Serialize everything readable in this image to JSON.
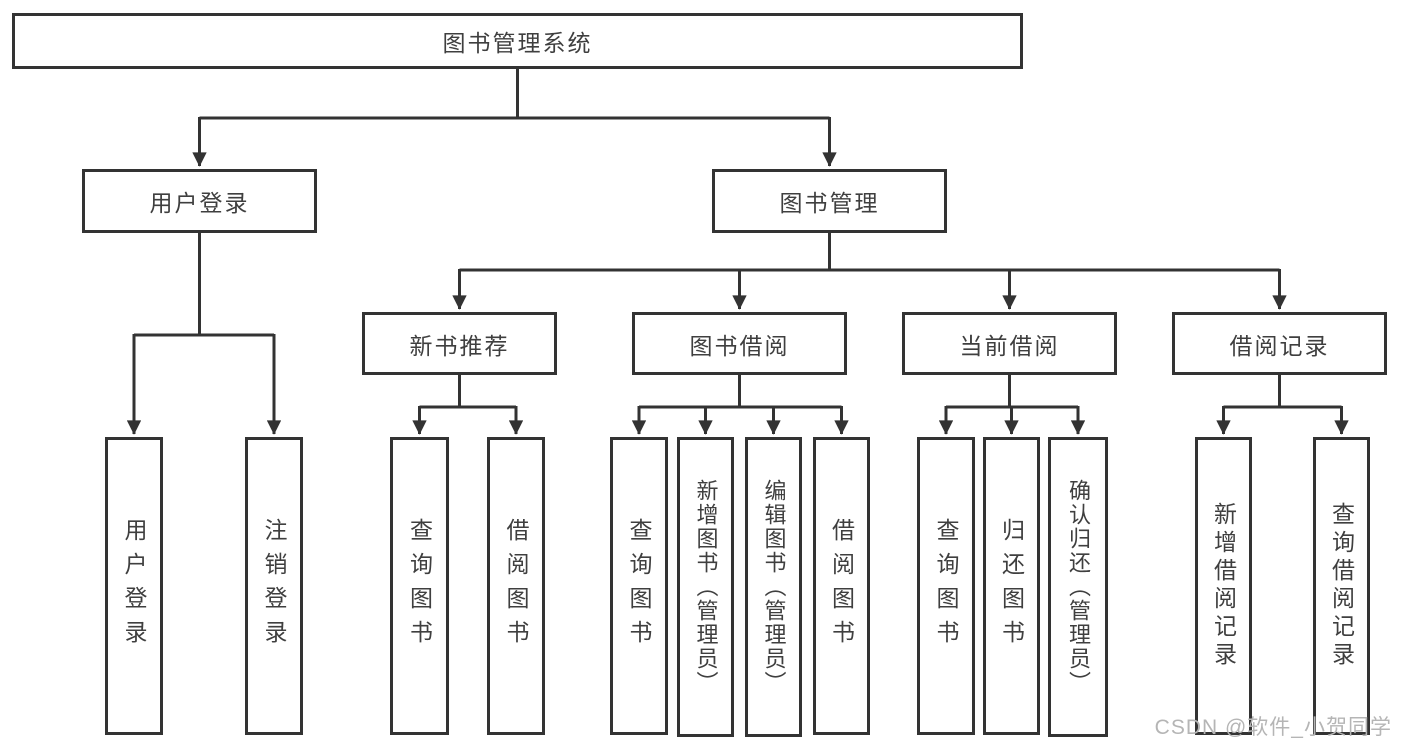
{
  "diagram_type": "functional-structure-tree",
  "colors": {
    "background": "#ffffff",
    "line": "#333333",
    "box_border": "#333333",
    "text": "#3f3f3f",
    "watermark_text": "#b5b5b5"
  },
  "nodes": {
    "root": "图书管理系统",
    "user_login": "用户登录",
    "book_mgmt": "图书管理",
    "new_book_rec": "新书推荐",
    "book_borrow": "图书借阅",
    "current_borrow": "当前借阅",
    "borrow_records": "借阅记录",
    "login_user_login": "用户登录",
    "login_logout": "注销登录",
    "rec_query_books": "查询图书",
    "rec_borrow_books": "借阅图书",
    "bb_query_books": "查询图书",
    "bb_add_books": "新增图书（管理员）",
    "bb_edit_books": "编辑图书（管理员）",
    "bb_borrow_books": "借阅图书",
    "cur_query_books": "查询图书",
    "cur_return_books": "归还图书",
    "cur_confirm_return": "确认归还（管理员）",
    "rc_add_record": "新增借阅记录",
    "rc_query_record": "查询借阅记录"
  },
  "hierarchy": {
    "图书管理系统": {
      "用户登录": [
        "用户登录",
        "注销登录"
      ],
      "图书管理": {
        "新书推荐": [
          "查询图书",
          "借阅图书"
        ],
        "图书借阅": [
          "查询图书",
          "新增图书（管理员）",
          "编辑图书（管理员）",
          "借阅图书"
        ],
        "当前借阅": [
          "查询图书",
          "归还图书",
          "确认归还（管理员）"
        ],
        "借阅记录": [
          "新增借阅记录",
          "查询借阅记录"
        ]
      }
    }
  },
  "watermark": {
    "text": "CSDN @软件_小贺同学"
  }
}
